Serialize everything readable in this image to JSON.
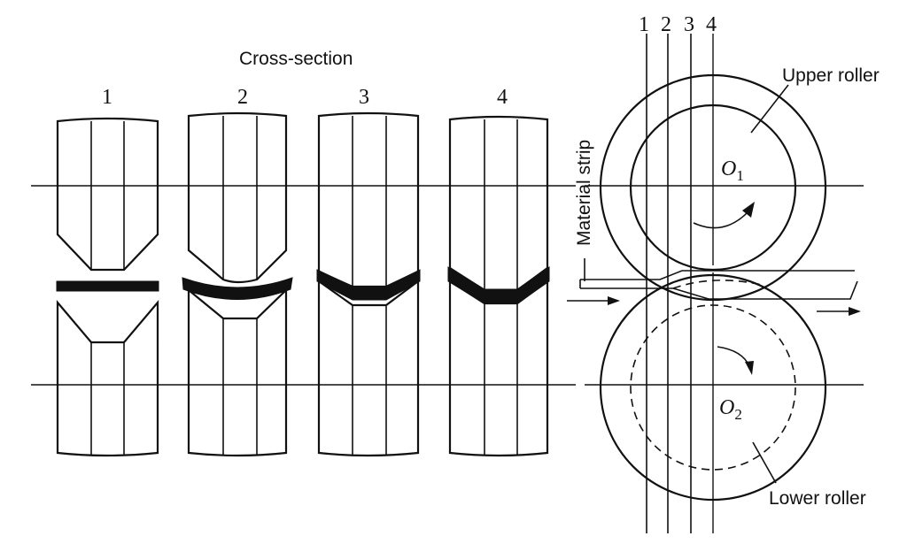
{
  "labels": {
    "cross_section": "Cross-section",
    "material_strip": "Material strip",
    "upper_roller": "Upper roller",
    "lower_roller": "Lower roller"
  },
  "stations": [
    "1",
    "2",
    "3",
    "4"
  ],
  "top_numbers": [
    "1",
    "2",
    "3",
    "4"
  ],
  "centers": {
    "o1_letter": "O",
    "o1_sub": "1",
    "o2_letter": "O",
    "o2_sub": "2"
  }
}
